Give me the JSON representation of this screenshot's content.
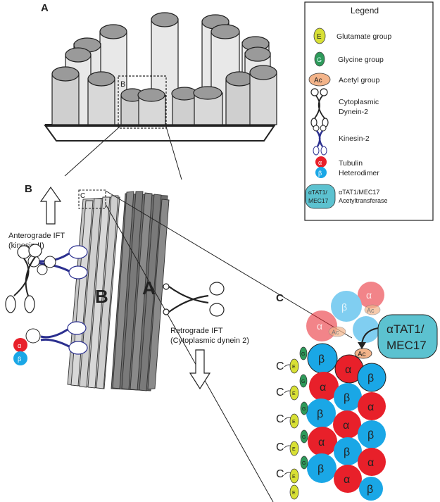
{
  "panels": {
    "a": "A",
    "b": "B",
    "c": "C",
    "inset_b": "B",
    "inset_c": "C"
  },
  "legend": {
    "title": "Legend",
    "items": [
      {
        "key": "glutamate",
        "symbol": "E",
        "text": "Glutamate group",
        "color": "#d8e035"
      },
      {
        "key": "glycine",
        "symbol": "G",
        "text": "Glycine group",
        "color": "#2e9a5a"
      },
      {
        "key": "acetyl",
        "symbol": "Ac",
        "text": "Acetyl group",
        "color": "#f3b48a"
      },
      {
        "key": "dynein",
        "symbol": "",
        "text": "Cytoplasmic",
        "text2": "Dynein-2"
      },
      {
        "key": "kinesin",
        "symbol": "",
        "text": "Kinesin-2"
      },
      {
        "key": "tubulin",
        "symbol": "α",
        "symbol2": "β",
        "text": "Tubulin",
        "text2": "Heterodimer"
      },
      {
        "key": "atat",
        "symbol": "αTAT1/",
        "symbol2": "MEC17",
        "text": "αTAT1/MEC17",
        "text2": "Acetyltransferase",
        "color": "#5cc2d0"
      }
    ]
  },
  "panel_b": {
    "anterograde": "Anterograde IFT",
    "anterograde_sub": "(kinesin II)",
    "retrograde": "Retrograde IFT",
    "retrograde_sub": "(Cytoplasmic dynein 2)",
    "tubule_b": "B",
    "tubule_a": "A",
    "alpha": "α",
    "beta": "β"
  },
  "panel_c": {
    "enzyme_line1": "αTAT1/",
    "enzyme_line2": "MEC17",
    "acetyl": "Ac",
    "alpha": "α",
    "beta": "β",
    "glu": "E",
    "gly": "G",
    "chain_c": "C"
  },
  "colors": {
    "alpha_red": "#e8202a",
    "beta_blue": "#1aa7e6",
    "kinesin_blue": "#2b2f8f",
    "enzyme": "#5cc2d0",
    "glu": "#d8e035",
    "gly": "#2e9a5a",
    "acetyl": "#f3b48a"
  }
}
